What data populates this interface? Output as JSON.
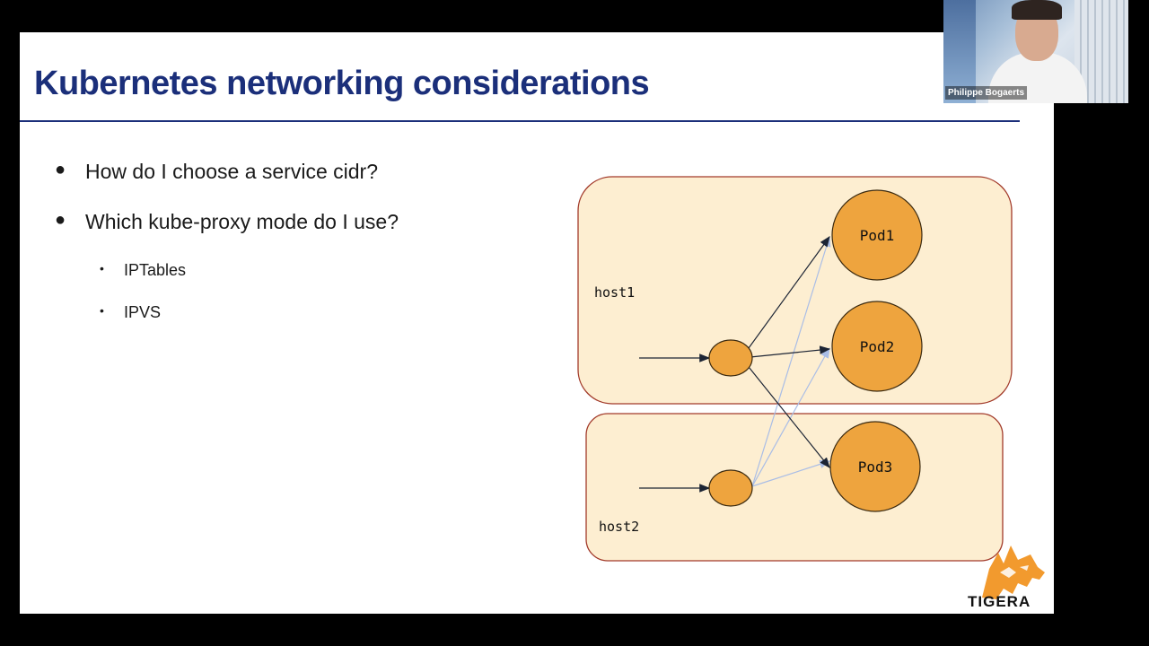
{
  "slide": {
    "title": "Kubernetes networking considerations",
    "bullets": [
      {
        "text": "How do I choose a service cidr?"
      },
      {
        "text": "Which kube-proxy mode do I use?"
      }
    ],
    "sub_bullets": [
      {
        "text": "IPTables"
      },
      {
        "text": "IPVS"
      }
    ],
    "bullet_glyph": "●",
    "sub_bullet_glyph": "•"
  },
  "diagram": {
    "host1_label": "host1",
    "host2_label": "host2",
    "pods": [
      "Pod1",
      "Pod2",
      "Pod3"
    ],
    "colors": {
      "host_fill": "#fdeed1",
      "host_border": "#a23a2a",
      "pod_fill": "#eea43e",
      "pod_border": "#3b2a10",
      "arrow_dark": "#1c2434",
      "arrow_light": "#a9bde6"
    }
  },
  "brand": {
    "logo_text": "TIGERA",
    "logo_color": "#f29a2e"
  },
  "video": {
    "participant_name": "Philippe Bogaerts"
  }
}
